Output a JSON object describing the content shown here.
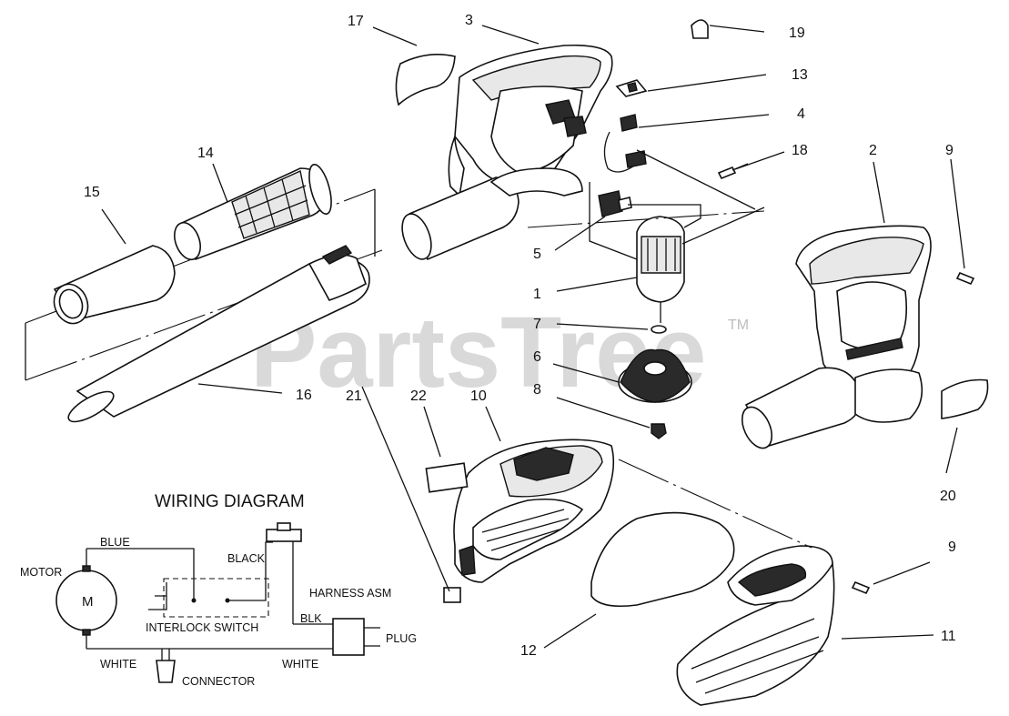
{
  "watermark": {
    "text": "PartsTree",
    "tm": "TM"
  },
  "callouts": [
    "17",
    "3",
    "19",
    "13",
    "4",
    "18",
    "2",
    "9",
    "14",
    "15",
    "5",
    "1",
    "7",
    "6",
    "8",
    "16",
    "21",
    "22",
    "10",
    "20",
    "9",
    "12",
    "11"
  ],
  "wiring": {
    "title": "WIRING DIAGRAM",
    "motor_label": "MOTOR",
    "motor_symbol": "M",
    "blue": "BLUE",
    "black": "BLACK",
    "harness": "HARNESS ASM",
    "interlock": "INTERLOCK SWITCH",
    "blk": "BLK",
    "plug": "PLUG",
    "white_left": "WHITE",
    "white_right": "WHITE",
    "connector": "CONNECTOR"
  }
}
